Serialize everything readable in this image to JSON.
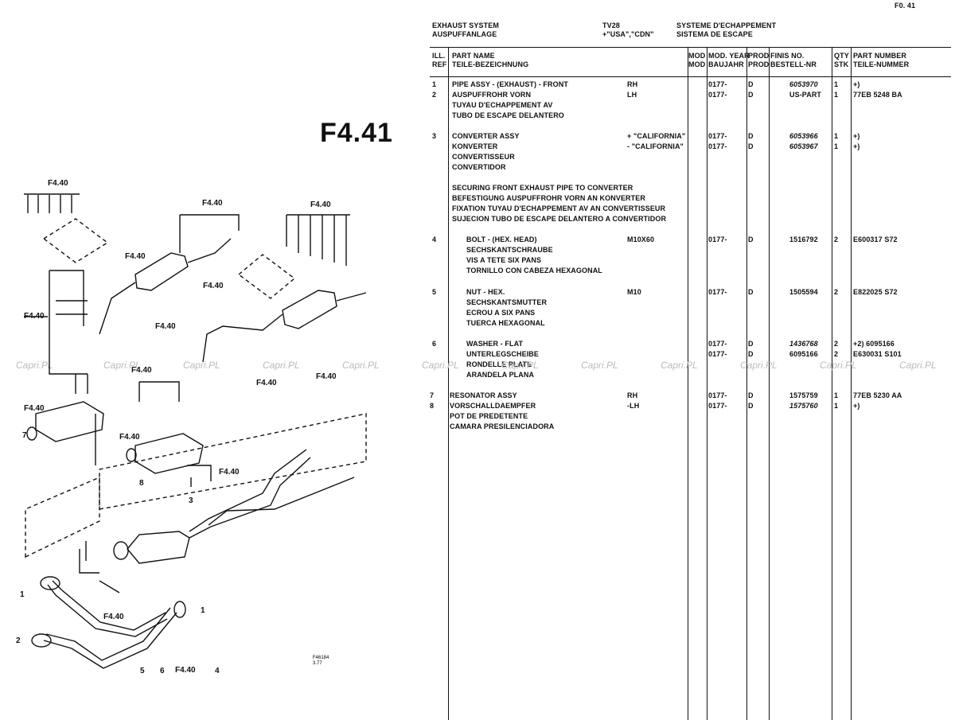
{
  "page_ref": "F0. 41",
  "header": {
    "title_en": "EXHAUST SYSTEM",
    "title_de": "AUSPUFFANLAGE",
    "model_code": "TV28",
    "model_markets": "+\"USA\",\"CDN\"",
    "title_fr": "SYSTEME D'ECHAPPEMENT",
    "title_es": "SISTEMA DE ESCAPE"
  },
  "big_code": "F4.41",
  "columns": {
    "ill_ref": [
      "ILL.",
      "REF"
    ],
    "part_name": [
      "PART NAME",
      "TEILE-BEZEICHNUNG"
    ],
    "mod": [
      "MOD",
      "MOD"
    ],
    "mod_year": [
      "MOD. YEAR",
      "BAUJAHR"
    ],
    "prod": [
      "PROD",
      "PROD"
    ],
    "finis": [
      "FINIS NO.",
      "BESTELL-NR"
    ],
    "qty": [
      "QTY",
      "STK"
    ],
    "part_number": [
      "PART NUMBER",
      "TEILE-NUMMER"
    ]
  },
  "rows": [
    {
      "ref": "1",
      "name": "PIPE ASSY - (EXHAUST) - FRONT",
      "spec": "RH",
      "year": "0177-",
      "prod": "D",
      "finis": "6053970",
      "qty": "1",
      "pn": "+)",
      "italic": true
    },
    {
      "ref": "2",
      "name": "AUSPUFFROHR VORN",
      "spec": "LH",
      "year": "0177-",
      "prod": "D",
      "finis": "US-PART",
      "qty": "1",
      "pn": "77EB 5248 BA",
      "italic": false
    },
    {
      "ref": "",
      "name": "TUYAU D'ECHAPPEMENT AV",
      "spec": "",
      "year": "",
      "prod": "",
      "finis": "",
      "qty": "",
      "pn": ""
    },
    {
      "ref": "",
      "name": "TUBO DE ESCAPE DELANTERO",
      "spec": "",
      "year": "",
      "prod": "",
      "finis": "",
      "qty": "",
      "pn": ""
    },
    {
      "ref": "3",
      "name": "CONVERTER ASSY",
      "spec": "+ \"CALIFORNIA\"",
      "year": "0177-",
      "prod": "D",
      "finis": "6053966",
      "qty": "1",
      "pn": "+)",
      "italic": true
    },
    {
      "ref": "",
      "name": "KONVERTER",
      "spec": "- \"CALIFORNIA\"",
      "year": "0177-",
      "prod": "D",
      "finis": "6053967",
      "qty": "1",
      "pn": "+)",
      "italic": true
    },
    {
      "ref": "",
      "name": "CONVERTISSEUR",
      "spec": "",
      "year": "",
      "prod": "",
      "finis": "",
      "qty": "",
      "pn": ""
    },
    {
      "ref": "",
      "name": "CONVERTIDOR",
      "spec": "",
      "year": "",
      "prod": "",
      "finis": "",
      "qty": "",
      "pn": ""
    },
    {
      "ref": "",
      "name": "SECURING FRONT EXHAUST PIPE TO CONVERTER",
      "spec": "",
      "year": "",
      "prod": "",
      "finis": "",
      "qty": "",
      "pn": ""
    },
    {
      "ref": "",
      "name": "BEFESTIGUNG AUSPUFFROHR VORN AN KONVERTER",
      "spec": "",
      "year": "",
      "prod": "",
      "finis": "",
      "qty": "",
      "pn": ""
    },
    {
      "ref": "",
      "name": "FIXATION TUYAU D'ECHAPPEMENT AV AN CONVERTISSEUR",
      "spec": "",
      "year": "",
      "prod": "",
      "finis": "",
      "qty": "",
      "pn": ""
    },
    {
      "ref": "",
      "name": "SUJECION TUBO DE ESCAPE DELANTERO A CONVERTIDOR",
      "spec": "",
      "year": "",
      "prod": "",
      "finis": "",
      "qty": "",
      "pn": ""
    },
    {
      "ref": "4",
      "name": "BOLT - (HEX. HEAD)",
      "spec": "M10X60",
      "year": "0177-",
      "prod": "D",
      "finis": "1516792",
      "qty": "2",
      "pn": "E600317 S72",
      "italic": false
    },
    {
      "ref": "",
      "name": "SECHSKANTSCHRAUBE",
      "spec": "",
      "year": "",
      "prod": "",
      "finis": "",
      "qty": "",
      "pn": ""
    },
    {
      "ref": "",
      "name": "VIS A TETE SIX PANS",
      "spec": "",
      "year": "",
      "prod": "",
      "finis": "",
      "qty": "",
      "pn": ""
    },
    {
      "ref": "",
      "name": "TORNILLO CON CABEZA HEXAGONAL",
      "spec": "",
      "year": "",
      "prod": "",
      "finis": "",
      "qty": "",
      "pn": ""
    },
    {
      "ref": "5",
      "name": "NUT - HEX.",
      "spec": "M10",
      "year": "0177-",
      "prod": "D",
      "finis": "1505594",
      "qty": "2",
      "pn": "E822025 S72",
      "italic": false
    },
    {
      "ref": "",
      "name": "SECHSKANTSMUTTER",
      "spec": "",
      "year": "",
      "prod": "",
      "finis": "",
      "qty": "",
      "pn": ""
    },
    {
      "ref": "",
      "name": "ECROU A SIX PANS",
      "spec": "",
      "year": "",
      "prod": "",
      "finis": "",
      "qty": "",
      "pn": ""
    },
    {
      "ref": "",
      "name": "TUERCA HEXAGONAL",
      "spec": "",
      "year": "",
      "prod": "",
      "finis": "",
      "qty": "",
      "pn": ""
    },
    {
      "ref": "6",
      "name": "WASHER - FLAT",
      "spec": "",
      "year": "0177-",
      "prod": "D",
      "finis": "1436768",
      "qty": "2",
      "pn": "+2) 6095166",
      "italic": true
    },
    {
      "ref": "",
      "name": "UNTERLEGSCHEIBE",
      "spec": "",
      "year": "0177-",
      "prod": "D",
      "finis": "6095166",
      "qty": "2",
      "pn": "E630031 S101",
      "italic": false
    },
    {
      "ref": "",
      "name": "RONDELLE PLATE",
      "spec": "",
      "year": "",
      "prod": "",
      "finis": "",
      "qty": "",
      "pn": ""
    },
    {
      "ref": "",
      "name": "ARANDELA PLANA",
      "spec": "",
      "year": "",
      "prod": "",
      "finis": "",
      "qty": "",
      "pn": ""
    },
    {
      "ref": "7",
      "name": "RESONATOR ASSY",
      "spec": "RH",
      "year": "0177-",
      "prod": "D",
      "finis": "1575759",
      "qty": "1",
      "pn": "77EB 5230 AA",
      "italic": false
    },
    {
      "ref": "8",
      "name": "VORSCHALLDAEMPFER",
      "spec": "-LH",
      "year": "0177-",
      "prod": "D",
      "finis": "1575760",
      "qty": "1",
      "pn": "+)",
      "italic": true
    },
    {
      "ref": "",
      "name": "POT DE PREDETENTE",
      "spec": "",
      "year": "",
      "prod": "",
      "finis": "",
      "qty": "",
      "pn": ""
    },
    {
      "ref": "",
      "name": "CAMARA PRESILENCIADORA",
      "spec": "",
      "year": "",
      "prod": "",
      "finis": "",
      "qty": "",
      "pn": ""
    }
  ],
  "diagram": {
    "callouts": [
      "F4.40",
      "F4.40",
      "F4.40",
      "F4.40",
      "F4.40",
      "F4.40",
      "F4.40",
      "F4.40",
      "F4.40",
      "F4.40",
      "F4.40",
      "F4.40",
      "F4.40",
      "F4.40",
      "F4.40"
    ],
    "refs": [
      "1",
      "2",
      "3",
      "4",
      "5",
      "6",
      "7",
      "8",
      "1"
    ],
    "footnote": [
      "F46184",
      "3.77"
    ]
  },
  "watermark": "Capri.PL"
}
